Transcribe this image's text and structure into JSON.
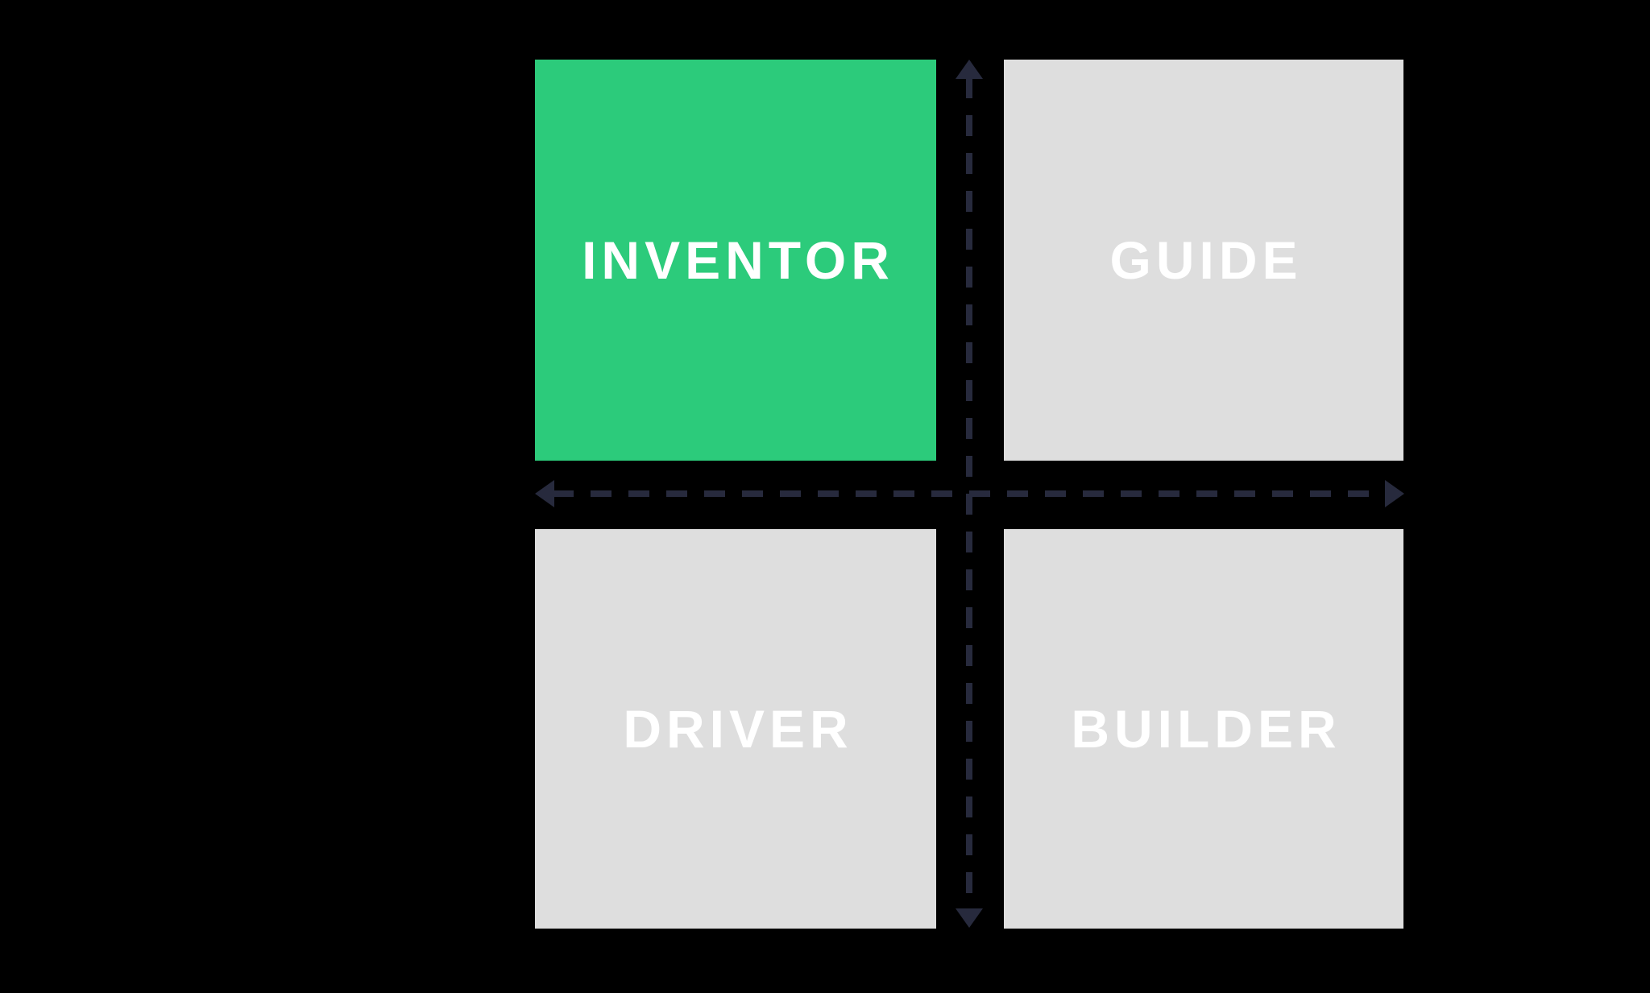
{
  "diagram": {
    "type": "2x2-quadrant-matrix",
    "canvas_background": "#000000",
    "quadrants": [
      {
        "key": "inventor",
        "label": "INVENTOR",
        "position": "top-left",
        "background": "#2CCB7B",
        "label_color": "#FFFFFF",
        "highlighted": true
      },
      {
        "key": "guide",
        "label": "GUIDE",
        "position": "top-right",
        "background": "#DEDEDE",
        "label_color": "#FFFFFF",
        "highlighted": false
      },
      {
        "key": "driver",
        "label": "DRIVER",
        "position": "bottom-left",
        "background": "#DEDEDE",
        "label_color": "#FFFFFF",
        "highlighted": false
      },
      {
        "key": "builder",
        "label": "BUILDER",
        "position": "bottom-right",
        "background": "#DEDEDE",
        "label_color": "#FFFFFF",
        "highlighted": false
      }
    ],
    "axes": {
      "color": "#272A3D",
      "line_style": "dashed",
      "dash_length": 26,
      "gap_length": 21,
      "stroke_width": 8,
      "horizontal_arrows": [
        "left",
        "right"
      ],
      "vertical_arrows": [
        "up",
        "down"
      ]
    }
  }
}
